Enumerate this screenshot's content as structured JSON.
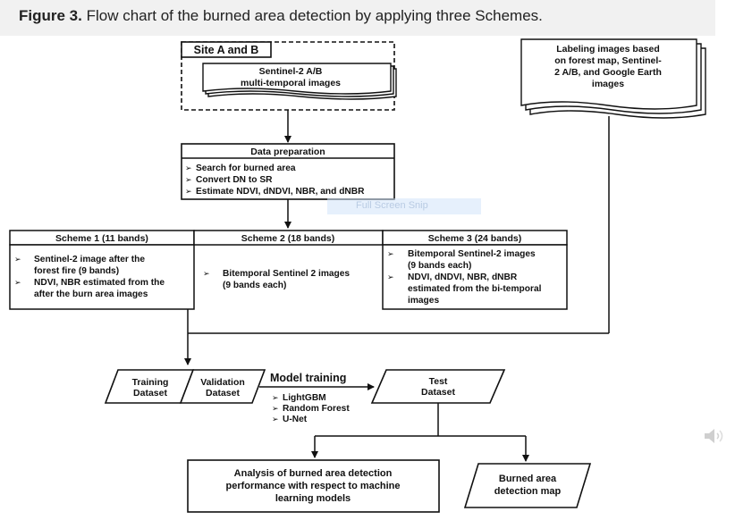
{
  "caption": {
    "figure_label": "Figure 3.",
    "text": "Flow chart of the burned area detection by applying three Schemes."
  },
  "site": {
    "label": "Site A and B",
    "stack_lines": [
      "Sentinel-2 A/B",
      "multi-temporal images"
    ]
  },
  "labeling": {
    "lines": [
      "Labeling images based",
      "on forest map, Sentinel-",
      "2 A/B, and Google Earth",
      "images"
    ]
  },
  "data_prep": {
    "title": "Data preparation",
    "items": [
      "Search for burned area",
      "Convert DN to SR",
      "Estimate NDVI, dNDVI, NBR, and dNBR"
    ]
  },
  "snip_overlay": "Full Screen Snip",
  "schemes": [
    {
      "title": "Scheme 1 (11 bands)",
      "bullets": [
        [
          "Sentinel-2 image after the",
          "forest fire (9 bands)"
        ],
        [
          "NDVI, NBR estimated from the",
          "after the burn area images"
        ]
      ]
    },
    {
      "title": "Scheme 2 (18 bands)",
      "bullets": [
        [
          "Bitemporal Sentinel 2 images",
          "(9 bands each)"
        ]
      ]
    },
    {
      "title": "Scheme 3 (24 bands)",
      "bullets": [
        [
          "Bitemporal Sentinel-2 images",
          "(9 bands each)"
        ],
        [
          "NDVI, dNDVI, NBR, dNBR",
          "estimated from the bi-temporal",
          "images"
        ]
      ]
    }
  ],
  "training": {
    "lines": [
      "Training",
      "Dataset"
    ]
  },
  "validation": {
    "lines": [
      "Validation",
      "Dataset"
    ]
  },
  "model_training": {
    "title": "Model training",
    "items": [
      "LightGBM",
      "Random Forest",
      "U-Net"
    ]
  },
  "test": {
    "lines": [
      "Test",
      "Dataset"
    ]
  },
  "analysis": {
    "lines": [
      "Analysis of burned area detection",
      "performance with respect to machine",
      "learning models"
    ]
  },
  "map": {
    "lines": [
      "Burned area",
      "detection map"
    ]
  },
  "bullet_glyph": "➢",
  "speaker_icon": "speaker-icon"
}
